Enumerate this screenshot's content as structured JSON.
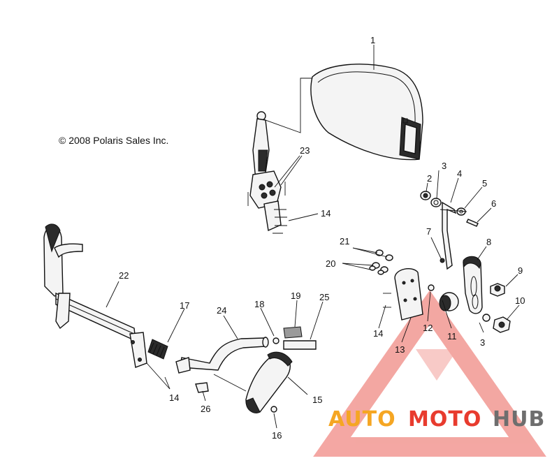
{
  "copyright": "© 2008 Polaris Sales Inc.",
  "watermark": {
    "auto": "AUTO",
    "moto": "MOTO",
    "hub": "HUB",
    "color_orange": "#f5a623",
    "color_red": "#e83b2e",
    "color_gray": "#6e6e6e",
    "color_logo": "#f08a84"
  },
  "callouts": {
    "c1": "1",
    "c2": "2",
    "c3a": "3",
    "c3b": "3",
    "c4": "4",
    "c5": "5",
    "c6": "6",
    "c7": "7",
    "c8": "8",
    "c9": "9",
    "c10": "10",
    "c11": "11",
    "c12": "12",
    "c13": "13",
    "c14a": "14",
    "c14b": "14",
    "c14c": "14",
    "c15": "15",
    "c16": "16",
    "c17": "17",
    "c18": "18",
    "c19": "19",
    "c20": "20",
    "c21": "21",
    "c22": "22",
    "c23": "23",
    "c24": "24",
    "c25": "25",
    "c26": "26"
  }
}
